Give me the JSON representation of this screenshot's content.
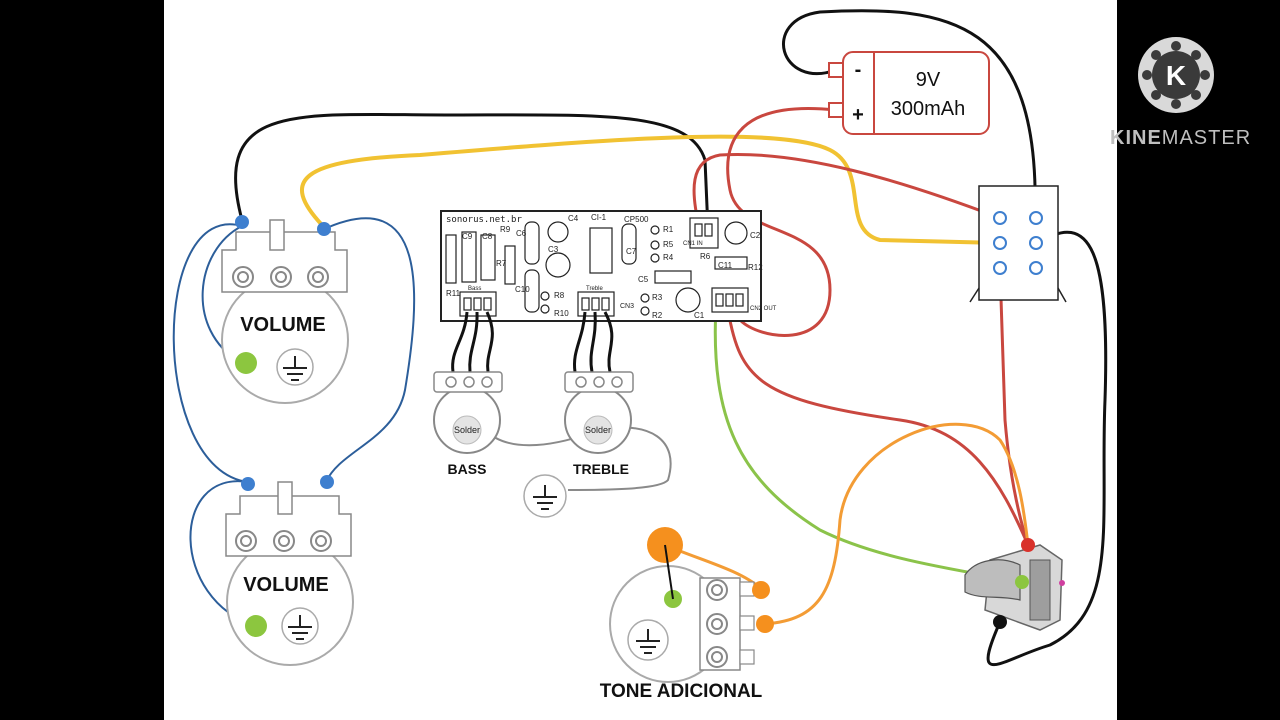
{
  "labels": {
    "volume_1": "VOLUME",
    "volume_2": "VOLUME",
    "bass": "BASS",
    "treble": "TREBLE",
    "tone": "TONE ADICIONAL",
    "solder_bass": "Solder",
    "solder_treble": "Solder"
  },
  "battery": {
    "voltage": "9V",
    "capacity": "300mAh",
    "negative": "-",
    "positive": "+"
  },
  "pcb": {
    "site": "sonorus.net.br",
    "c9": "C9",
    "c8": "C8",
    "r9": "R9",
    "c4": "C4",
    "ci1": "CI-1",
    "cp500": "CP500",
    "c6": "C6",
    "c3": "C3",
    "r7": "R7",
    "c10": "C10",
    "r11": "R11",
    "bass_conn": "Bass",
    "treble_conn": "Treble",
    "cn3": "CN3",
    "r8": "R8",
    "r10": "R10",
    "r1": "R1",
    "r5": "R5",
    "r4": "R4",
    "c7": "C7",
    "c5": "C5",
    "r3": "R3",
    "r2": "R2",
    "r6": "R6",
    "c11": "C11",
    "r12": "R12",
    "c2": "C2",
    "c1": "C1",
    "cn1": "CN1 IN",
    "cn2": "CN2 OUT"
  },
  "watermark": {
    "brand_a": "KINE",
    "brand_b": "MASTER",
    "logo_letter": "K"
  },
  "colors": {
    "black_wire": "#111111",
    "yellow_wire": "#f1c232",
    "red_wire": "#c9473f",
    "green_wire": "#8bc34a",
    "orange_wire": "#f39c35",
    "blue_wire": "#2c5e9a",
    "gray_wire": "#8a8a8a",
    "terminal_blue": "#3e7fcf",
    "terminal_green": "#8cc63f",
    "terminal_orange": "#f5901e"
  }
}
